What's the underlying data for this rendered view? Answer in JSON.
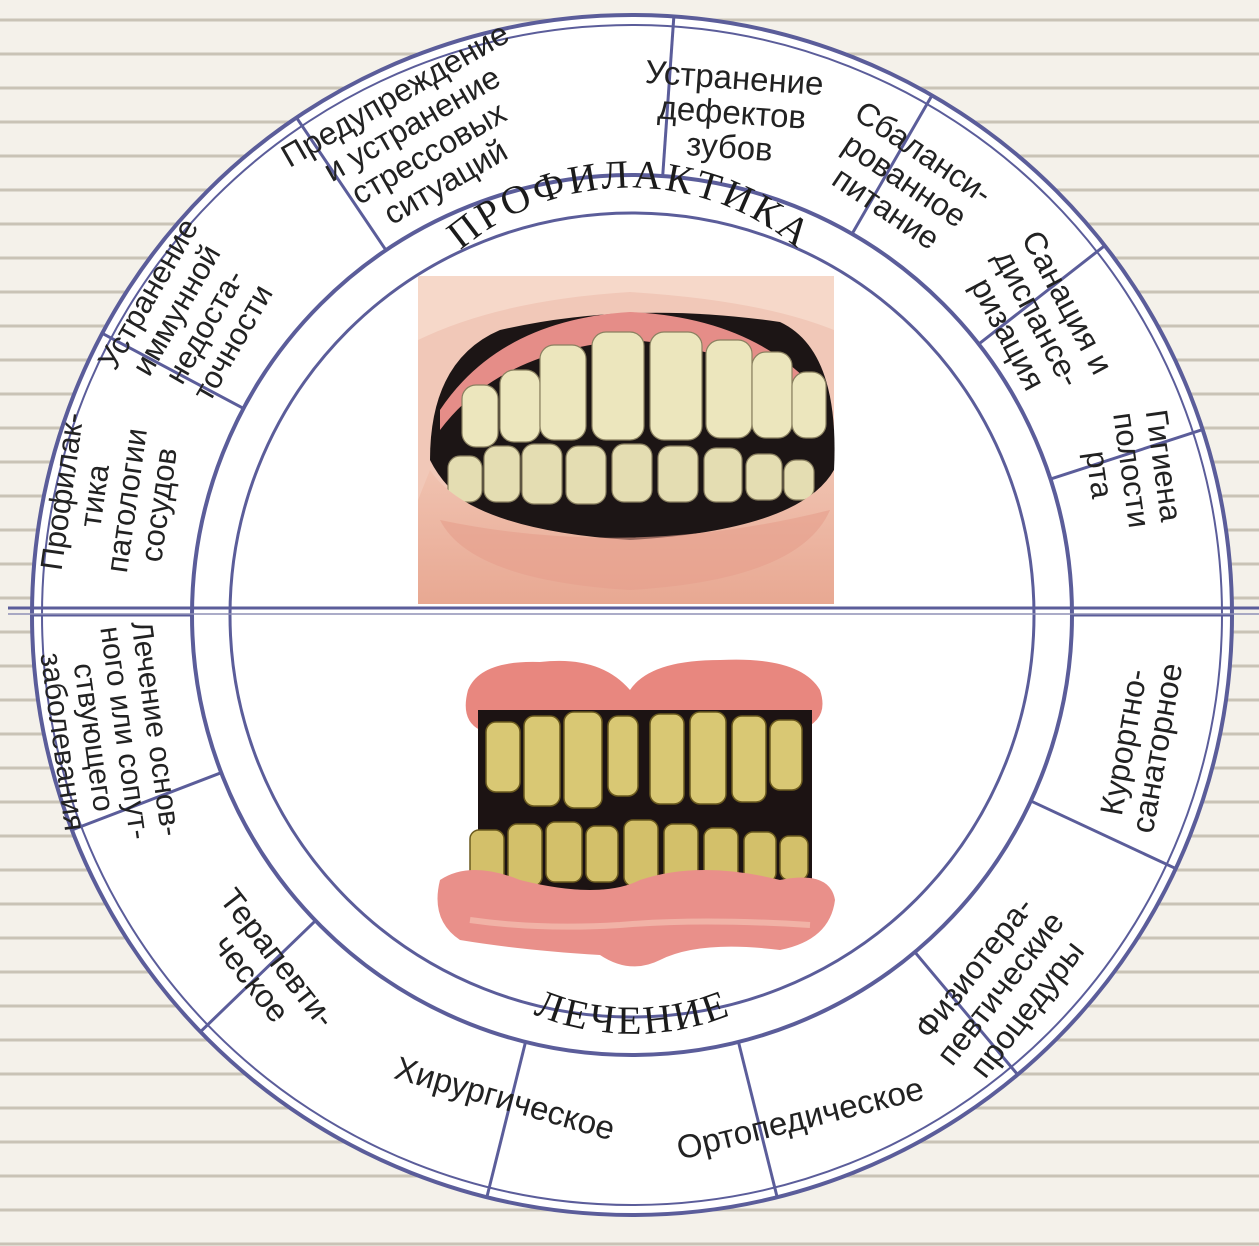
{
  "diagram": {
    "center_top_label": "ПРОФИЛАКТИКА",
    "center_bottom_label": "ЛЕЧЕНИЕ",
    "top_image_caption": "",
    "bottom_image_caption": ""
  },
  "segments": [
    {
      "lines": [
        "Устранение",
        "дефектов",
        "зубов"
      ]
    },
    {
      "lines": [
        "Сбаланси-",
        "рованное",
        "питание"
      ]
    },
    {
      "lines": [
        "Санация и",
        "диспансе-",
        "ризация"
      ]
    },
    {
      "lines": [
        "Гигиена",
        "полости",
        "рта"
      ]
    },
    {
      "lines": [
        "Курортно-",
        "санаторное"
      ]
    },
    {
      "lines": [
        "Физиотера-",
        "певтические",
        "процедуры"
      ]
    },
    {
      "lines": [
        "Ортопедическое"
      ]
    },
    {
      "lines": [
        "Хирургическое"
      ]
    },
    {
      "lines": [
        "Терапевти-",
        "ческое"
      ]
    },
    {
      "lines": [
        "Лечение основ-",
        "ного или сопут-",
        "ствующего",
        "заболевания"
      ]
    },
    {
      "lines": [
        "Профилак-",
        "тика",
        "патологии",
        "сосудов"
      ]
    },
    {
      "lines": [
        "Устранение",
        "иммунной",
        "недоста-",
        "точности"
      ]
    },
    {
      "lines": [
        "Предупреждение",
        "и устранение",
        "стрессовых",
        "ситуаций"
      ]
    }
  ],
  "colors": {
    "ring_stroke": "#5b5d9a",
    "ring_fill": "#ffffff",
    "gums": "#e38b86",
    "teeth": "#e9e2b6",
    "dark_teeth": "#d7c36a",
    "mouth": "#1a1212"
  }
}
